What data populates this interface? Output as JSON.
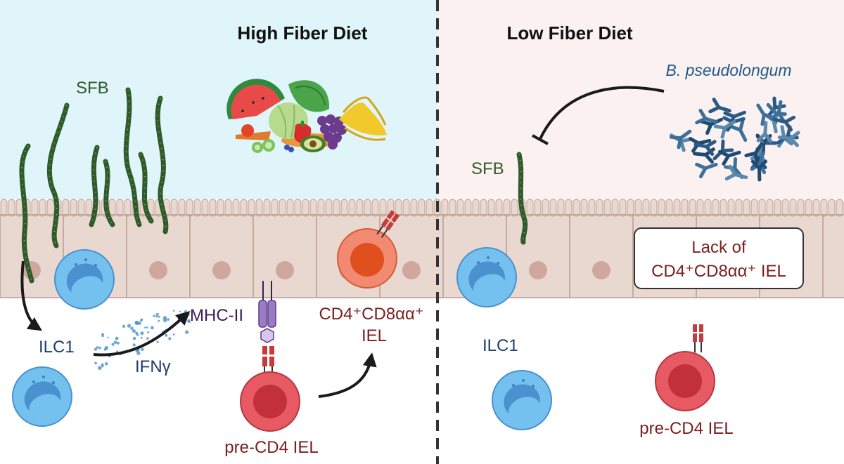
{
  "panels": {
    "left": {
      "title": "High Fiber Diet",
      "sfb_label": "SFB",
      "ilc1_label": "ILC1",
      "ifng_label": "IFNγ",
      "mhc_label": "MHC-II",
      "iel_label_line1": "CD4⁺CD8αα⁺",
      "iel_label_line2": "IEL",
      "pre_iel_label": "pre-CD4 IEL"
    },
    "right": {
      "title": "Low Fiber Diet",
      "bacteria_label": "B. pseudolongum",
      "sfb_label": "SFB",
      "ilc1_label": "ILC1",
      "pre_iel_label": "pre-CD4 IEL",
      "lack_box_line1": "Lack of",
      "lack_box_line2": "CD4⁺CD8αα⁺ IEL"
    }
  },
  "colors": {
    "left_background": "#dff5fa",
    "right_background": "#fbf1f1",
    "epithelium": "#e9d8cf",
    "epithelium_border": "#b89c90",
    "nucleus": "#cfa79e",
    "sfb": "#2f5a2a",
    "ilc1_cell": "#74c1ef",
    "ilc1_nucleus": "#4a91cf",
    "iel_cell": "#f28a72",
    "pre_iel_cell": "#e75963",
    "mhc": "#9b7cc4",
    "tcr": "#c43c3c",
    "bacteria": "#2a5a85",
    "label_navy": "#1f3d6b",
    "label_green": "#2f5a2a",
    "label_red": "#7a1e1e",
    "label_purple": "#3b1c5a"
  }
}
